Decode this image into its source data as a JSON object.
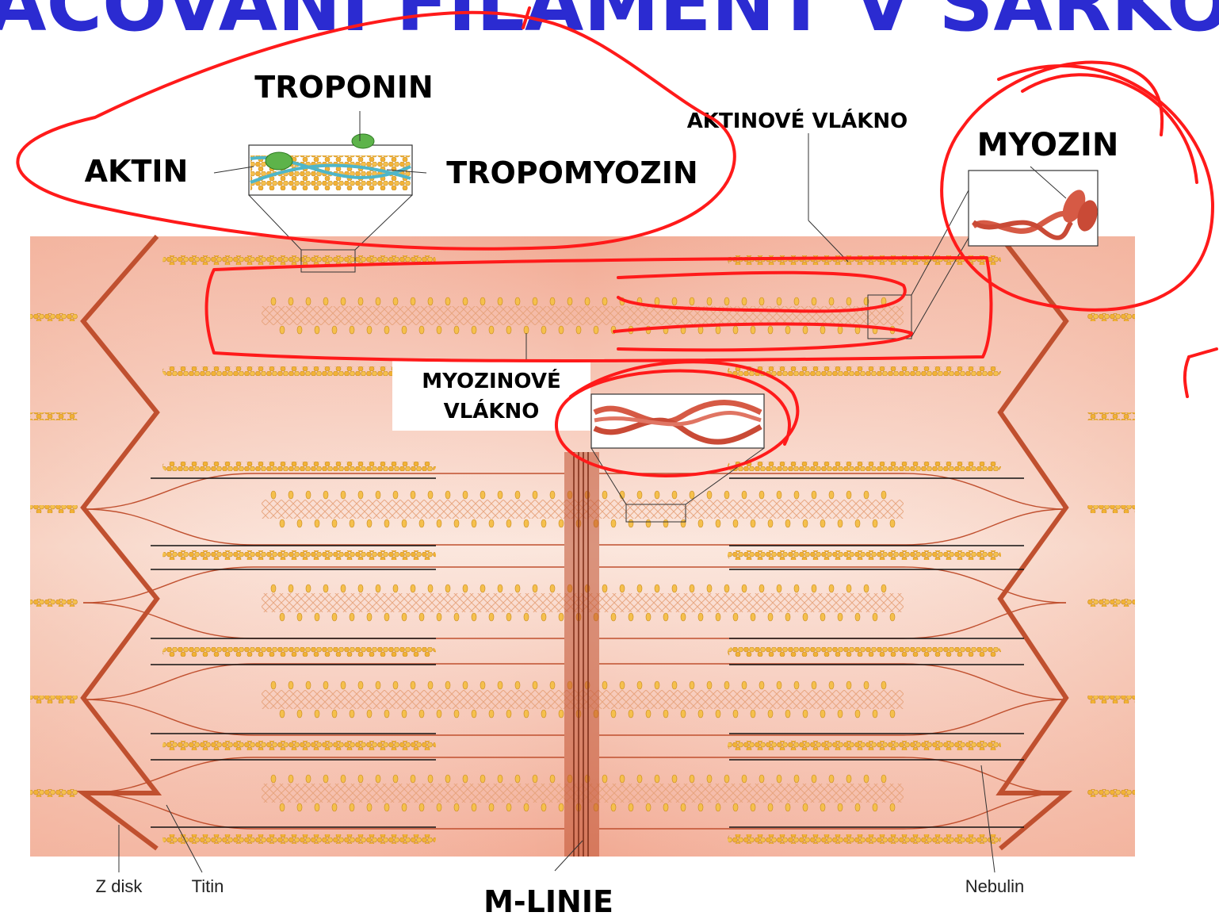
{
  "title": "POKRAČOVÁNÍ FILAMENT V SARKOMEŘE",
  "labels": {
    "troponin": "TROPONIN",
    "aktin": "AKTIN",
    "tropomyozin": "TROPOMYOZIN",
    "aktinove_vlakno": "AKTINOVÉ VLÁKNO",
    "myozin": "MYOZIN",
    "myozinove_vlakno_1": "MYOZINOVÉ",
    "myozinove_vlakno_2": "VLÁKNO",
    "m_linie": "M-LINIE",
    "z_disk": "Z disk",
    "titin": "Titin",
    "nebulin": "Nebulin"
  },
  "colors": {
    "title": "#2b2bd1",
    "annotation": "#ff0000",
    "sarcomere_bg": "#f4b7a2",
    "z_disk": "#c0502f",
    "actin_bead": "#f2b236",
    "myosin": "#d65a45",
    "troponin": "#5db34a",
    "tropomyosin": "#4fb6c9"
  }
}
